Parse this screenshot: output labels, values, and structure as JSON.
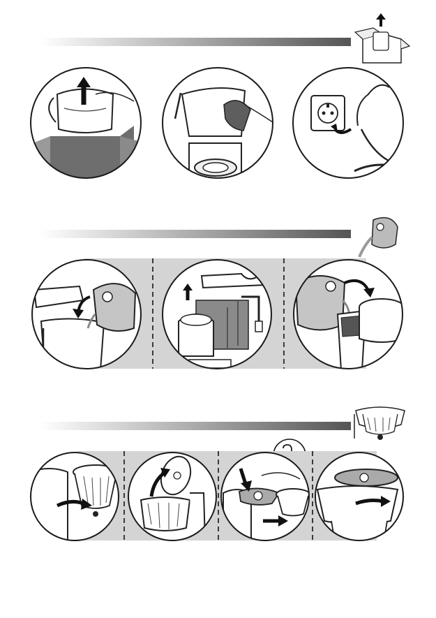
{
  "sections": [
    {
      "id": "unpack",
      "thumbnail_icon": "box-unpack-icon",
      "steps": [
        {
          "icon": "lift-from-box-icon"
        },
        {
          "icon": "wipe-clean-icon"
        },
        {
          "icon": "plug-in-icon"
        }
      ]
    },
    {
      "id": "fill-water",
      "thumbnail_icon": "kettle-pour-icon",
      "steps": [
        {
          "icon": "open-lid-pour-icon"
        },
        {
          "icon": "fill-at-tap-icon"
        },
        {
          "icon": "pour-into-tank-icon"
        }
      ]
    },
    {
      "id": "filter",
      "thumbnail_icon": "filter-holder-icon",
      "lock_state_icon": "unlock-icon",
      "steps": [
        {
          "icon": "swing-out-filter-icon"
        },
        {
          "icon": "open-filter-lid-icon"
        },
        {
          "icon": "press-release-icon"
        },
        {
          "icon": "close-lid-icon"
        }
      ]
    }
  ],
  "colors": {
    "band": "#d4d4d4",
    "line": "#1a1a1a",
    "arrow": "#1a1a1a",
    "divider": "#3a3a3a"
  }
}
